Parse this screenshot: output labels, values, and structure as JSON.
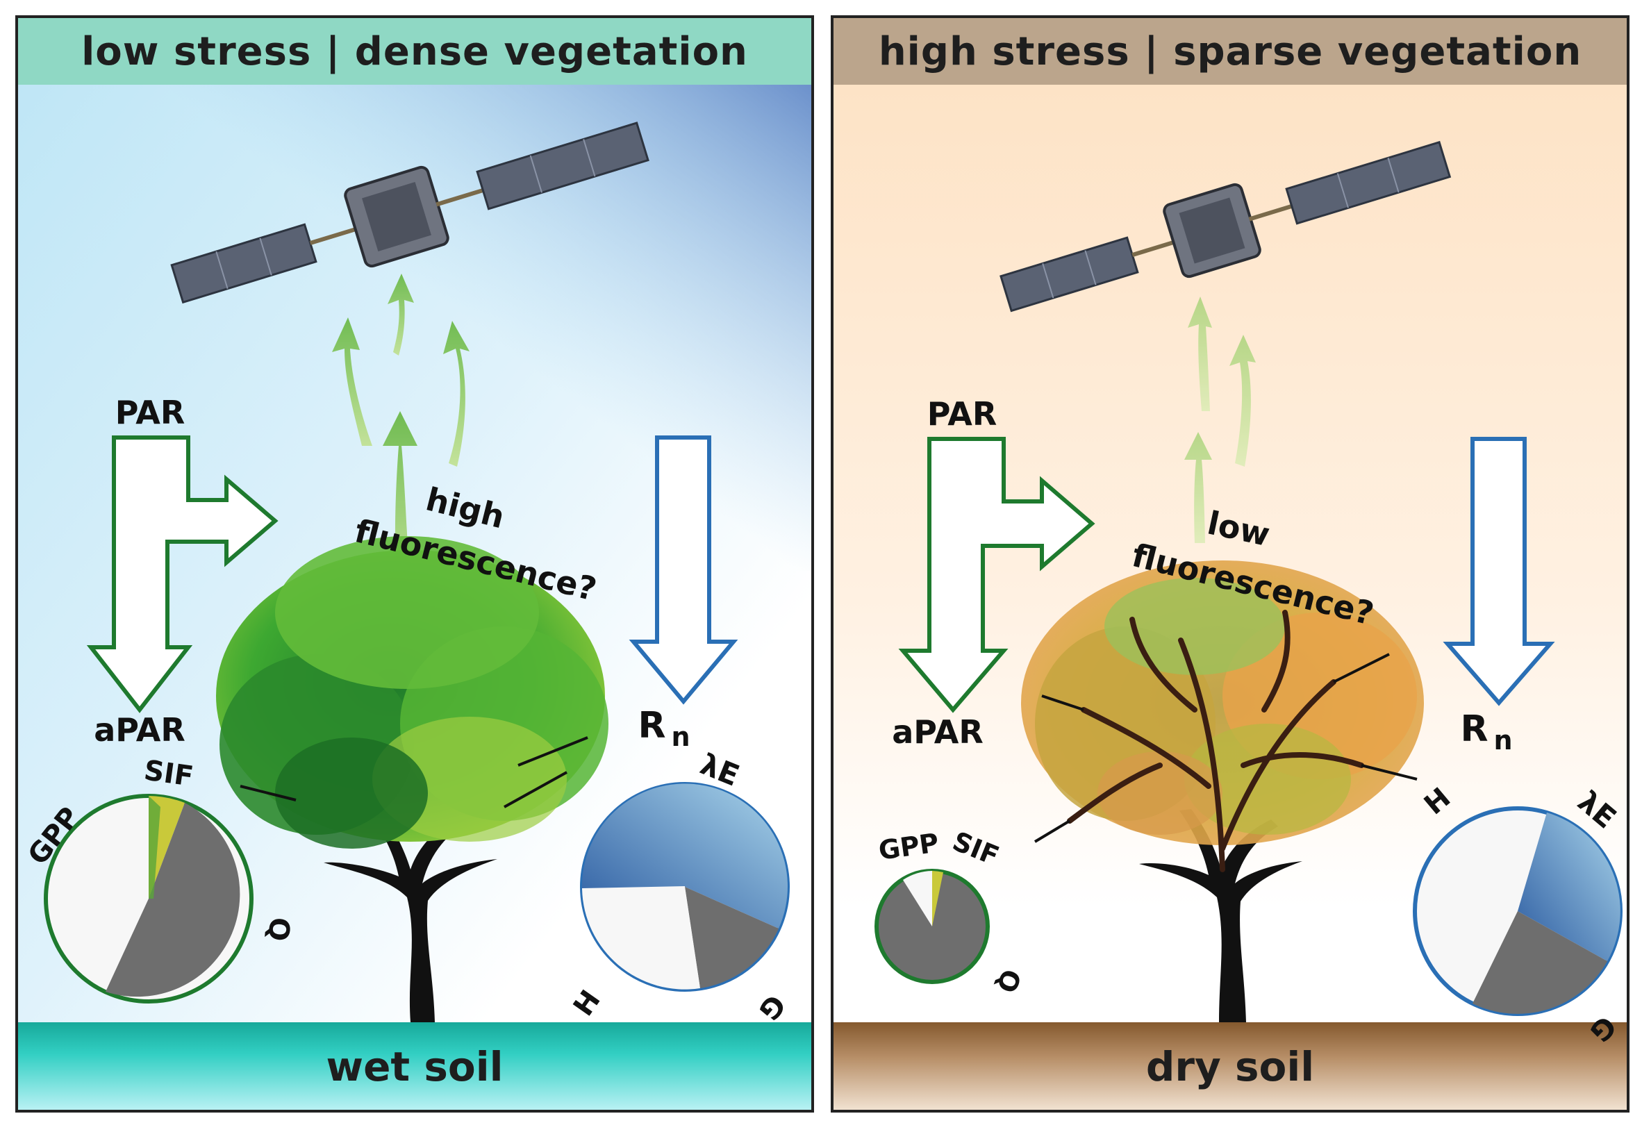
{
  "left_panel": {
    "header": "low stress | dense vegetation",
    "incoming_label": "PAR",
    "absorbed_label": "aPAR",
    "radiation_label": "R",
    "radiation_subscript": "n",
    "fluorescence_line1": "high",
    "fluorescence_line2": "fluorescence?",
    "carbon_pie": {
      "gpp": "GPP",
      "sif": "SIF",
      "q": "Q"
    },
    "energy_pie": {
      "le": "λE",
      "h": "H",
      "g": "G"
    },
    "soil_label": "wet soil"
  },
  "right_panel": {
    "header": "high stress | sparse vegetation",
    "incoming_label": "PAR",
    "absorbed_label": "aPAR",
    "radiation_label": "R",
    "radiation_subscript": "n",
    "fluorescence_line1": "low",
    "fluorescence_line2": "fluorescence?",
    "carbon_pie": {
      "gpp": "GPP",
      "sif": "SIF",
      "q": "Q"
    },
    "energy_pie": {
      "le": "λE",
      "h": "H",
      "g": "G"
    },
    "soil_label": "dry soil"
  },
  "colors": {
    "par_arrow": "#1e7a2e",
    "rn_arrow": "#2a6fb5",
    "wet_soil": "#1fb5a7",
    "dry_soil": "#8a6338",
    "healthy_canopy": "#3aa62b",
    "stressed_canopy": "#c9a23a"
  },
  "icons": [
    "satellite-icon",
    "tree-icon",
    "fluorescence-arrow-icon"
  ]
}
